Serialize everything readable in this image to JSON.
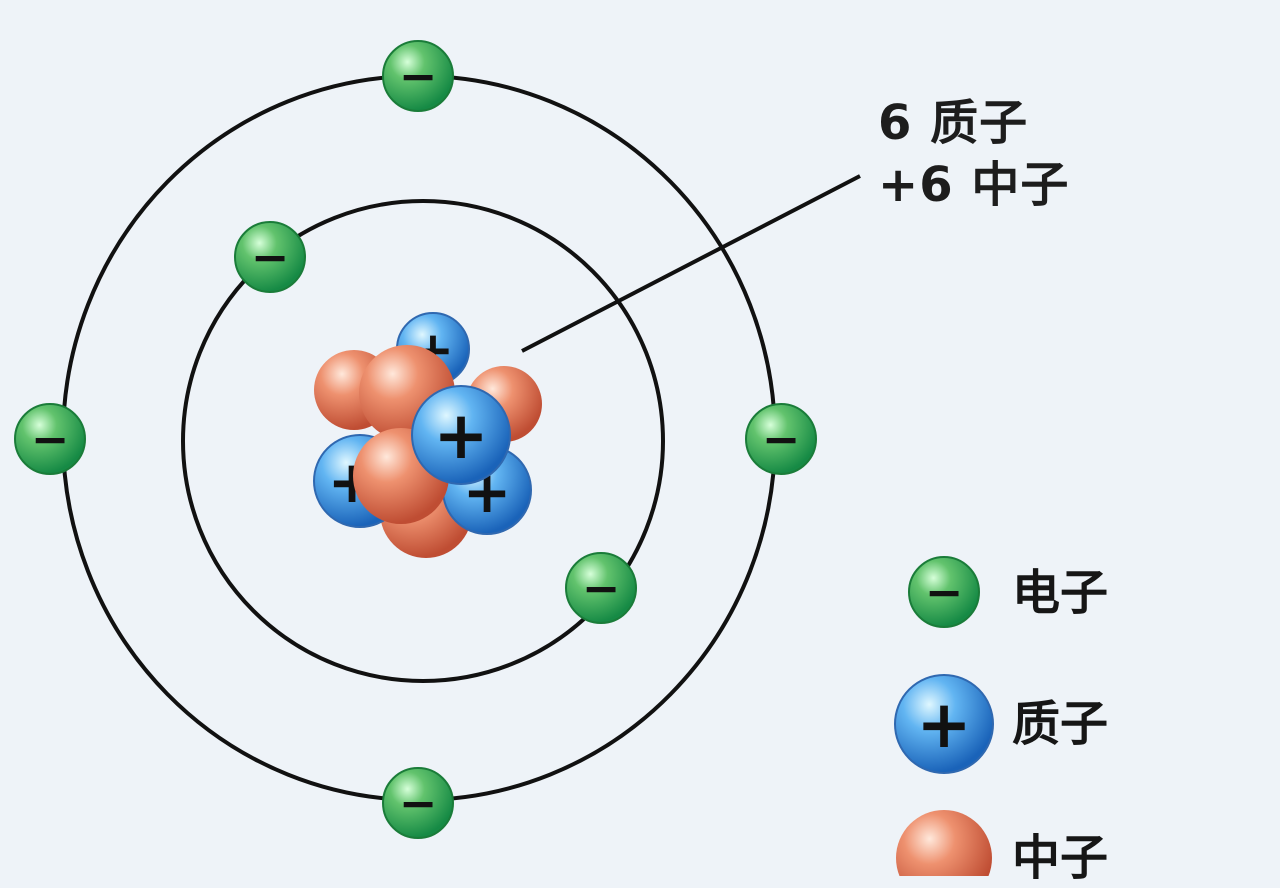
{
  "diagram": {
    "nucleus_label": {
      "line1": "6 质子",
      "line2": "+6 中子"
    },
    "legend": {
      "electron": "电子",
      "proton": "质子",
      "neutron": "中子"
    },
    "signs": {
      "electron": "−",
      "proton": "+"
    },
    "counts": {
      "protons": 6,
      "neutrons": 6,
      "electrons": 6
    },
    "colors": {
      "background": "#eef3f8",
      "orbit": "#111111",
      "electron": "#2fa55a",
      "proton": "#3a8ed8",
      "neutron": "#d86f53"
    }
  }
}
